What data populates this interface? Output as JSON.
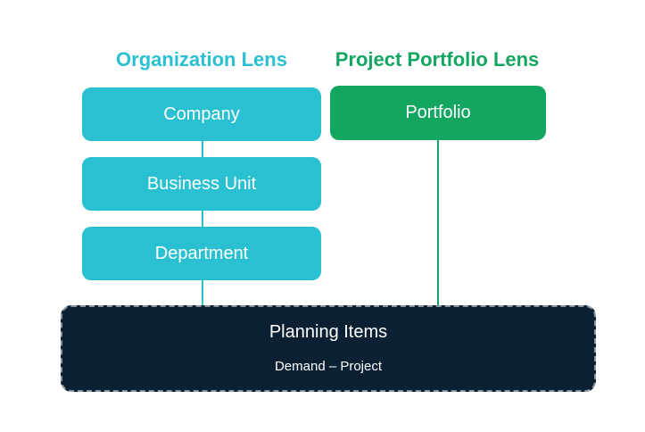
{
  "colors": {
    "organization": "#29C1D1",
    "portfolio": "#12A661",
    "planning": "#0B2133",
    "text_on_box": "#FFFFFF"
  },
  "organization_lens": {
    "heading": "Organization Lens",
    "levels": [
      "Company",
      "Business Unit",
      "Department"
    ]
  },
  "portfolio_lens": {
    "heading": "Project Portfolio Lens",
    "levels": [
      "Portfolio"
    ]
  },
  "planning_items": {
    "title": "Planning Items",
    "subtitle": "Demand – Project"
  }
}
